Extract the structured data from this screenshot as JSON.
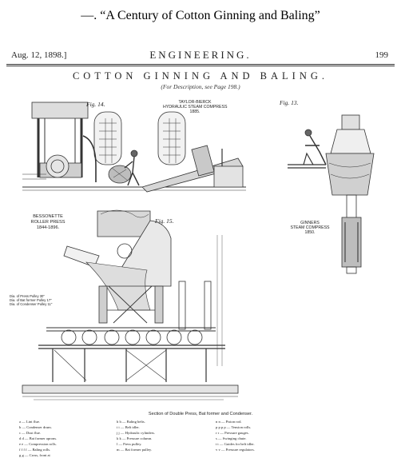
{
  "page_title": "—. “A Century of Cotton Ginning and Baling”",
  "journal_header": {
    "date": "Aug. 12, 1898.]",
    "journal": "ENGINEERING.",
    "page_number": "199"
  },
  "article": {
    "title": "COTTON GINNING AND BALING.",
    "subtitle": "(For Description, see Page 198.)"
  },
  "figures": {
    "fig14": {
      "label": "Fig. 14.",
      "caption": [
        "TAYLOR-BIERCK",
        "HYDRAULIC STEAM COMPRESS",
        "1885."
      ]
    },
    "fig13": {
      "label": "Fig. 13.",
      "caption": [
        "GINNERS",
        "STEAM COMPRESS",
        "1850."
      ]
    },
    "fig15": {
      "label": "Fig. 15.",
      "caption": [
        "BESSONETTE",
        "ROLLER PRESS",
        "1844-1896."
      ]
    }
  },
  "annotations": [
    "Dia. of Press Pulley 30\"",
    "Dia. of Bat former Pulley 17\"",
    "Dia. of Condenser Pulley 11\""
  ],
  "section_caption": "Section of Double Press, Bat former and Condenser.",
  "legend": {
    "col1": [
      "a — Lint flue.",
      "b — Condenser drum.",
      "c — Dust flue.",
      "d d — Bat former aprons.",
      "e e — Compression rolls.",
      "f f f f — Baling rolls.",
      "g g — Cross, front at"
    ],
    "col2": [
      "h h — Baling belts.",
      "i i — Belt idler.",
      "j j — Hydraulic cylinders.",
      "k k — Pressure column.",
      "l — Press pulley.",
      "m — Bat former pulley."
    ],
    "col3": [
      "n n — Piston rod.",
      "p p p p — Tension rolls.",
      "r r — Pressure gauges.",
      "s — Swinging chute.",
      "t t — Guides for belt idler.",
      "v v — Pressure regulators."
    ]
  }
}
